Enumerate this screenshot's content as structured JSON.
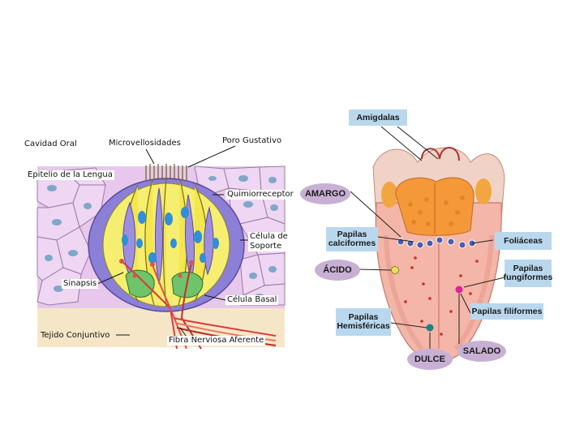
{
  "taste_bud": {
    "labels": {
      "oral_cavity": "Cavidad Oral",
      "microvilli": "Microvellosidades",
      "taste_pore": "Poro Gustativo",
      "epithelium": "Epitelio de la Lengua",
      "chemoreceptor": "Quimiorreceptor",
      "support_cell": "Célula de\nSoporte",
      "synapse": "Sinapsis",
      "basal_cell": "Célula Basal",
      "connective_tissue": "Tejido Conjuntivo",
      "afferent_fiber": "Fibra Nerviosa Aferente"
    }
  },
  "tongue": {
    "labels": {
      "tonsils": "Amigdalas",
      "bitter": "AMARGO",
      "circumvallate": "Papilas\ncalciformes",
      "foliate": "Foliáceas",
      "sour": "ÁCIDO",
      "fungiform": "Papilas\nfungiformes",
      "filiform": "Papilas filiformes",
      "hemispheric": "Papilas\nHemisféricas",
      "salty": "SALADO",
      "sweet": "DULCE"
    },
    "colors": {
      "label_box": "#b9d8ee",
      "taste_pill": "#c8b0d4",
      "sour_dot": "#e8e060",
      "salty_dot": "#e020a0",
      "sweet_dot": "#208080"
    }
  }
}
